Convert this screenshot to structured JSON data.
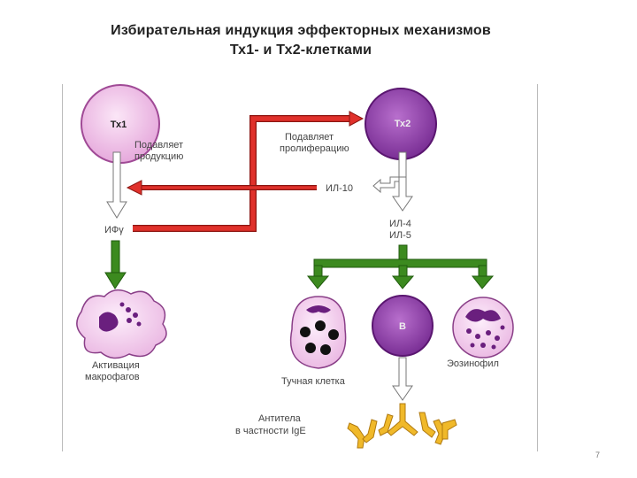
{
  "title": {
    "line1": "Избирательная индукция эффекторных механизмов",
    "line2": "Тх1- и Тх2-клетками"
  },
  "cells": {
    "th1": "Тх1",
    "th2": "Тх2",
    "b": "B"
  },
  "labels": {
    "suppresses_production_1": "Подавляет",
    "suppresses_production_2": "продукцию",
    "suppresses_proliferation_1": "Подавляет",
    "suppresses_proliferation_2": "пролиферацию",
    "il10": "ИЛ-10",
    "il4": "ИЛ-4",
    "il5": "ИЛ-5",
    "ifn": "ИФγ",
    "macrophage_1": "Активация",
    "macrophage_2": "макрофагов",
    "mast_cell": "Тучная клетка",
    "eosinophil": "Эозинофил",
    "antibodies_1": "Антитела",
    "antibodies_2": "в частности IgE"
  },
  "page_number": "7",
  "colors": {
    "th1_fill": "#f4d0ee",
    "th2_fill": "#9a4fb0",
    "red_arrow": "#e0312b",
    "green_arrow": "#3c8a1f",
    "purple_dark": "#6a1f7e",
    "antibody_yellow": "#f0b92a"
  }
}
